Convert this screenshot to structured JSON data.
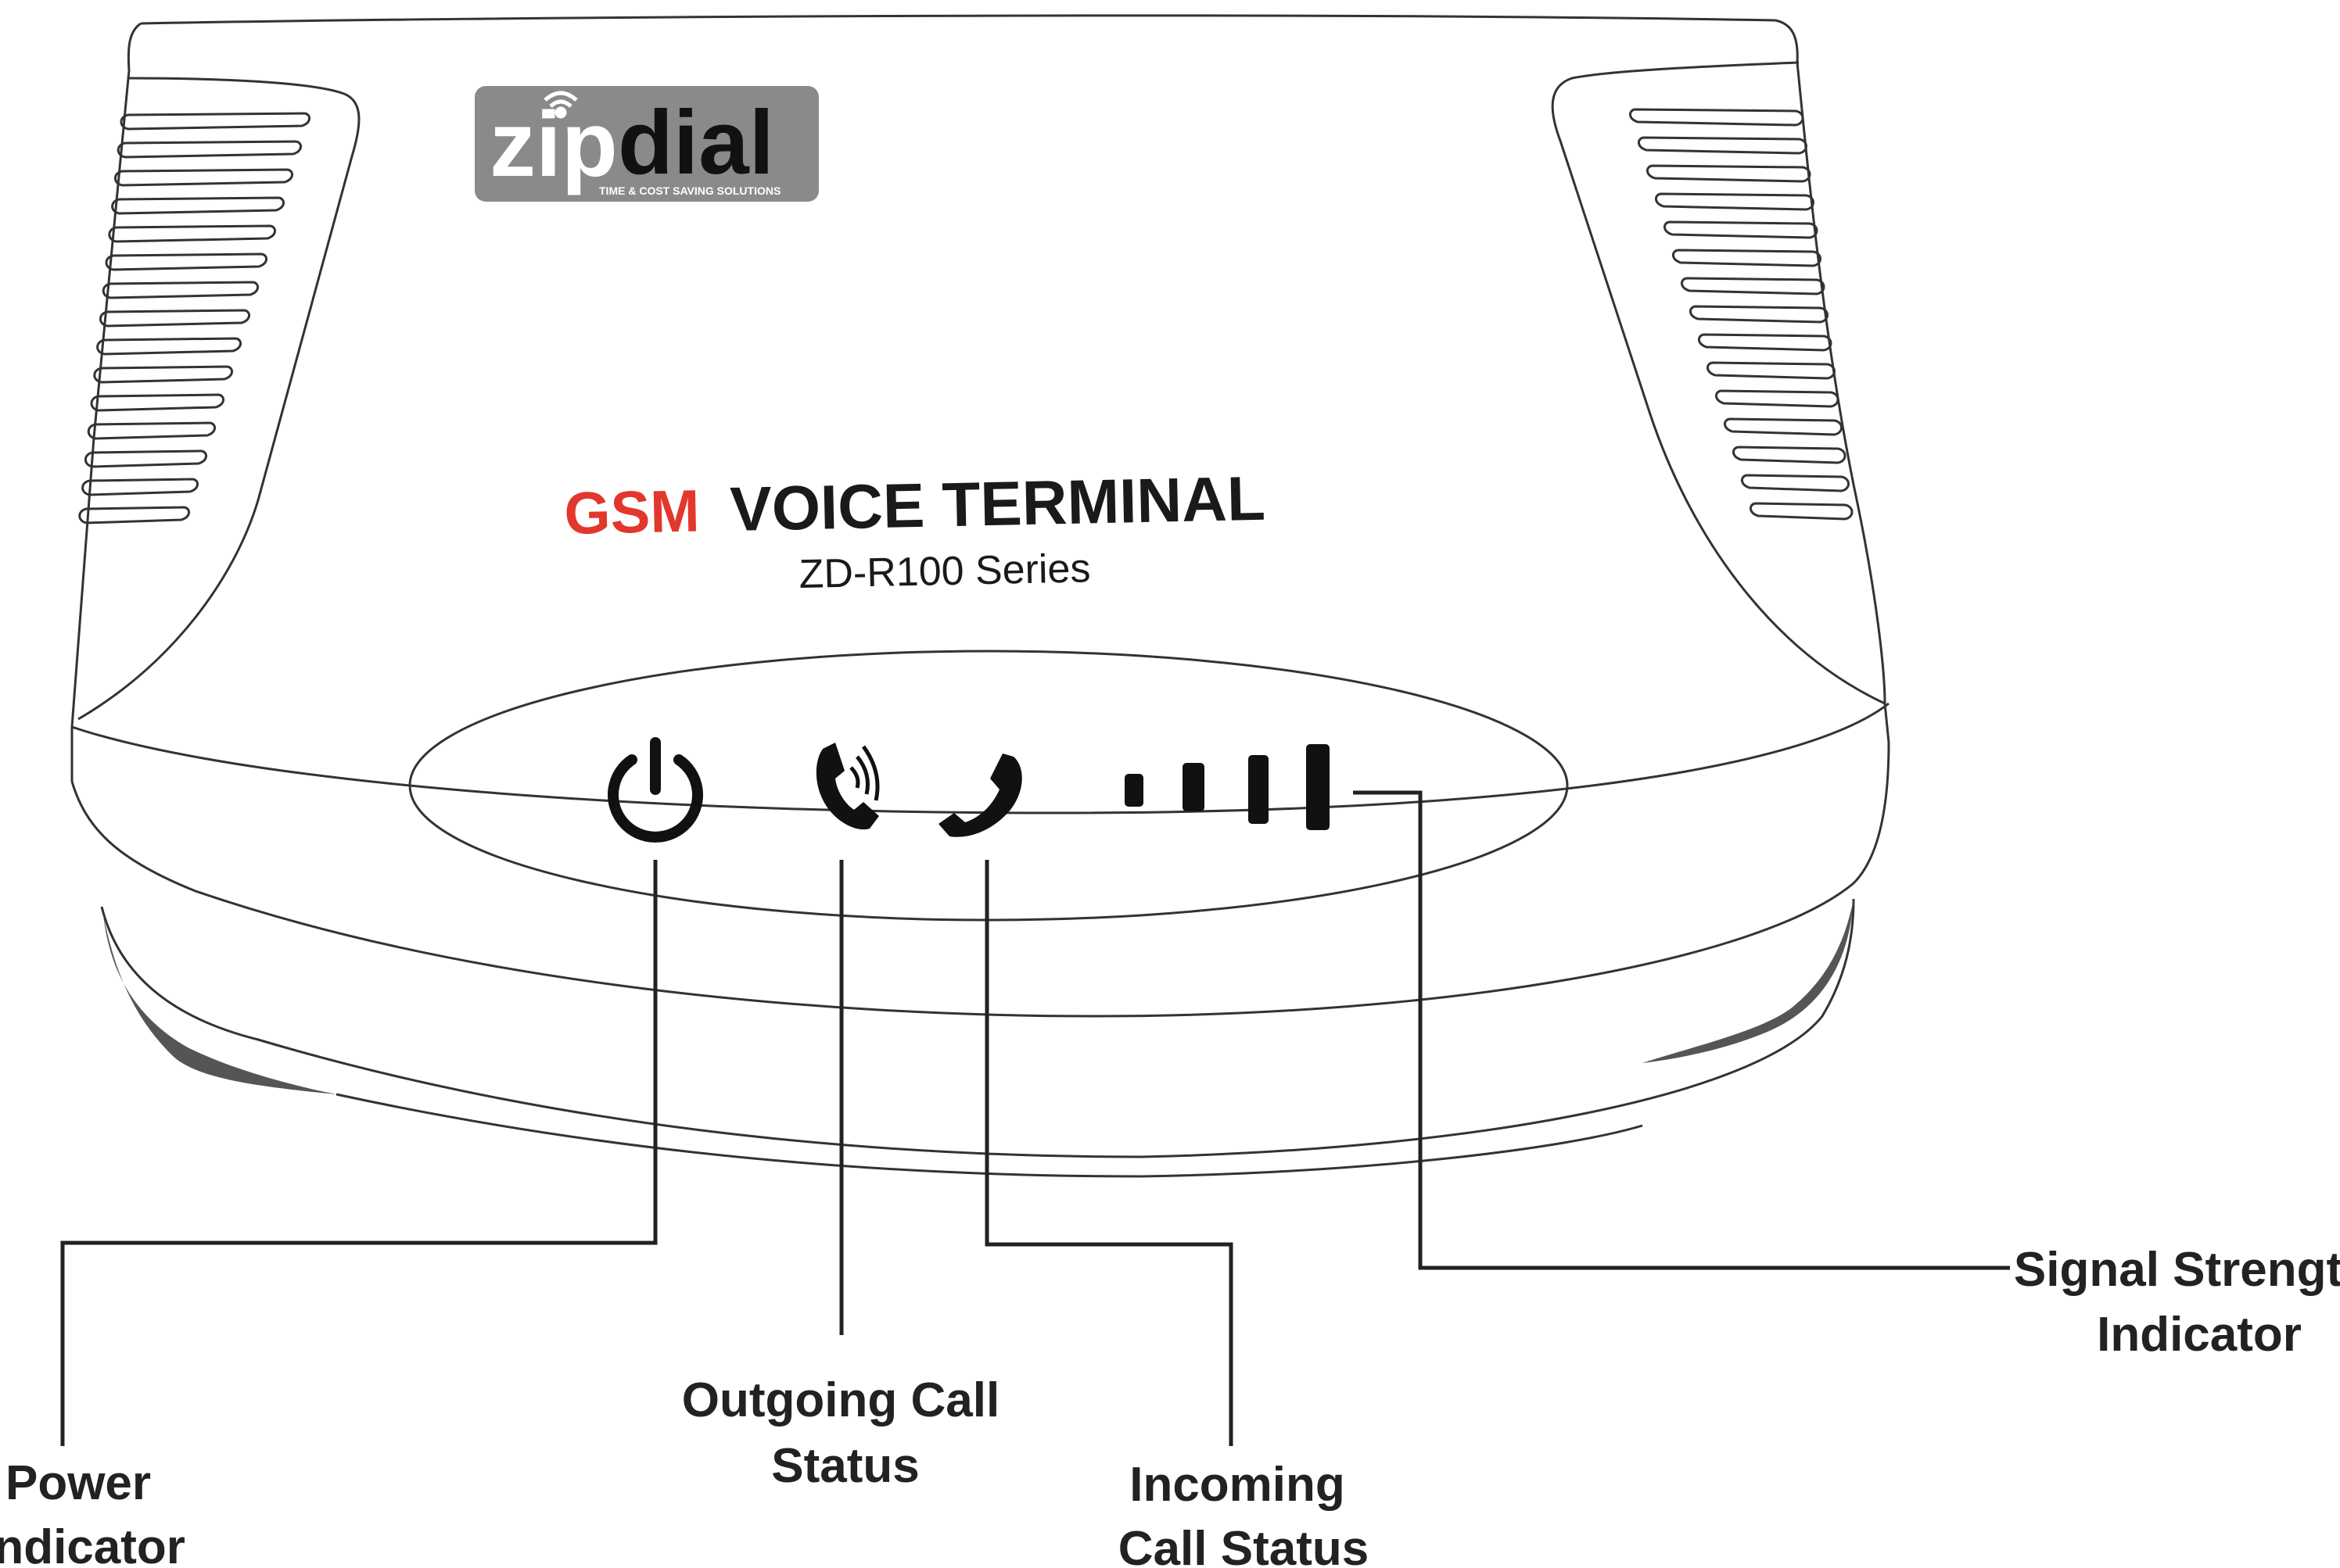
{
  "logo": {
    "brand_left": "zip",
    "brand_right": "dial",
    "tagline": "TIME & COST SAVING SOLUTIONS"
  },
  "device": {
    "title_accent": "GSM",
    "title_main": "VOICE TERMINAL",
    "model": "ZD-R100 Series"
  },
  "indicators": [
    {
      "id": "power",
      "icon": "power-icon",
      "label_lines": [
        "Power",
        "Indicator"
      ]
    },
    {
      "id": "outgoing",
      "icon": "outgoing-call-icon",
      "label_lines": [
        "Outgoing Call",
        "Status"
      ]
    },
    {
      "id": "incoming",
      "icon": "incoming-call-icon",
      "label_lines": [
        "Incoming",
        "Call Status"
      ]
    },
    {
      "id": "signal",
      "icon": "signal-bars-icon",
      "label_lines": [
        "Signal Strength",
        "Indicator"
      ]
    }
  ],
  "colors": {
    "accent_red": "#e2372c",
    "outline": "#222222",
    "logo_bg": "#8a8a8a"
  }
}
